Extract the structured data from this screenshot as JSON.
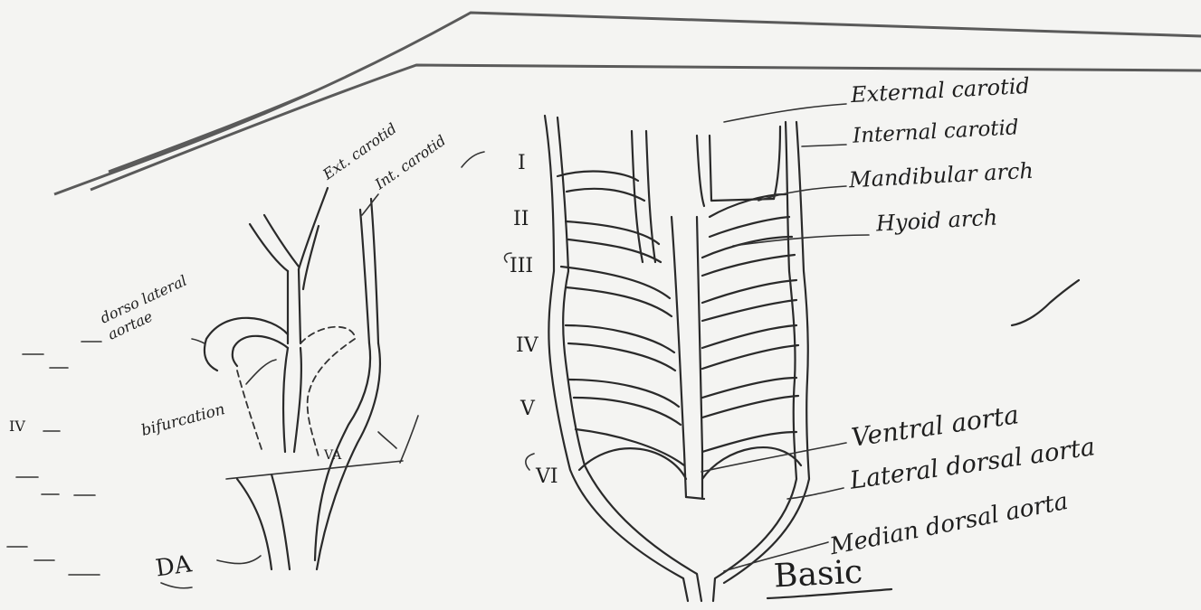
{
  "right_labels": {
    "external_carotid": "External carotid",
    "internal_carotid": "Internal carotid",
    "mandibular_arch": "Mandibular arch",
    "hyoid_arch": "Hyoid arch",
    "ventral_aorta": "Ventral aorta",
    "lateral_dorsal_aorta": "Lateral dorsal aorta",
    "median_dorsal_aorta": "Median dorsal aorta",
    "basic": "Basic"
  },
  "arch_numerals": [
    "I",
    "II",
    "III",
    "IV",
    "V",
    "VI"
  ],
  "left_labels": {
    "ext_carotid": "Ext. carotid",
    "int_carotid": "Int. carotid",
    "dorsolateral_aorta": "dorso lateral aortae",
    "bifurcation": "bifurcation",
    "va": "VA",
    "da": "DA",
    "margin_numeral": "IV"
  }
}
